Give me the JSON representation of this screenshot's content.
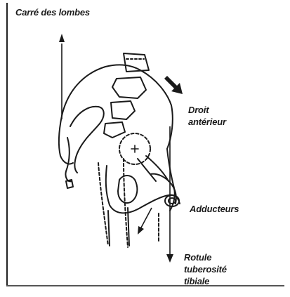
{
  "labels": {
    "carre": "Carré des lombes",
    "droit": [
      "Droit",
      "antérieur"
    ],
    "adducteurs": "Adducteurs",
    "rotule": [
      "Rotule",
      "tuberosité",
      "tibiale"
    ]
  },
  "colors": {
    "ink": "#1a1a1a",
    "background": "#ffffff"
  }
}
